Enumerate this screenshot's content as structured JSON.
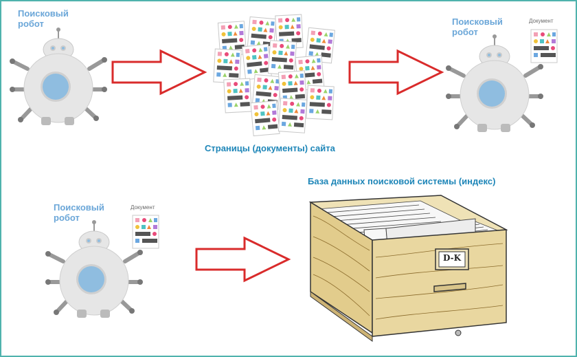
{
  "diagram": {
    "robot_label": "Поисковый\nробот",
    "document_label": "Документ",
    "pages_caption": "Страницы (документы) сайта",
    "database_caption": "База данных поисковой системы (индекс)",
    "drawer_label": "D-K",
    "colors": {
      "frame": "#4fb3ad",
      "label_blue": "#6aa6d8",
      "caption_blue": "#1e86b8",
      "arrow": "#d92b2b",
      "robot_body": "#e6e6e6",
      "robot_eye": "#8fbde0",
      "drawer_wood": "#e9d7a0"
    }
  }
}
